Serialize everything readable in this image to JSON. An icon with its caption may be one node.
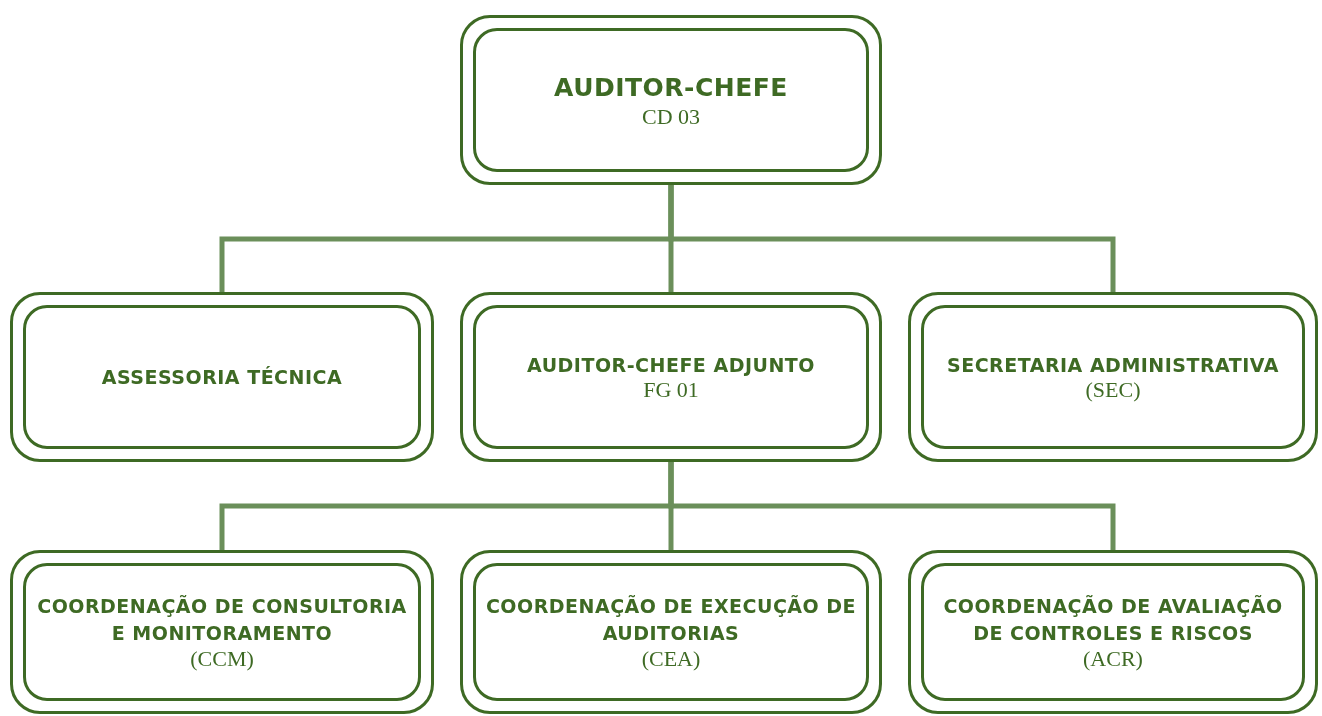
{
  "diagram": {
    "nodes": [
      {
        "text": [
          "AUDITOR-CHEFE",
          "CD 03"
        ]
      },
      {
        "text": [
          "ASSESSORIA TÉCNICA"
        ]
      },
      {
        "text": [
          "AUDITOR-CHEFE ADJUNTO",
          "FG 01"
        ]
      },
      {
        "text": [
          "SECRETARIA ADMINISTRATIVA",
          "(SEC)"
        ]
      },
      {
        "text": [
          "COORDENAÇÃO DE CONSULTORIA E MONITORAMENTO",
          "(CCM)"
        ]
      },
      {
        "text": [
          "COORDENAÇÃO DE EXECUÇÃO DE AUDITORIAS",
          "(CEA)"
        ]
      },
      {
        "text": [
          "COORDENAÇÃO DE AVALIAÇÃO DE CONTROLES E RISCOS",
          "(ACR)"
        ]
      }
    ],
    "edges": [
      {
        "from": 0,
        "to": 1,
        "arrow": "none"
      },
      {
        "from": 0,
        "to": 2,
        "arrow": "none"
      },
      {
        "from": 0,
        "to": 3,
        "arrow": "none"
      },
      {
        "from": 2,
        "to": 4,
        "arrow": "none"
      },
      {
        "from": 2,
        "to": 5,
        "arrow": "none"
      },
      {
        "from": 2,
        "to": 6,
        "arrow": "none"
      }
    ]
  }
}
